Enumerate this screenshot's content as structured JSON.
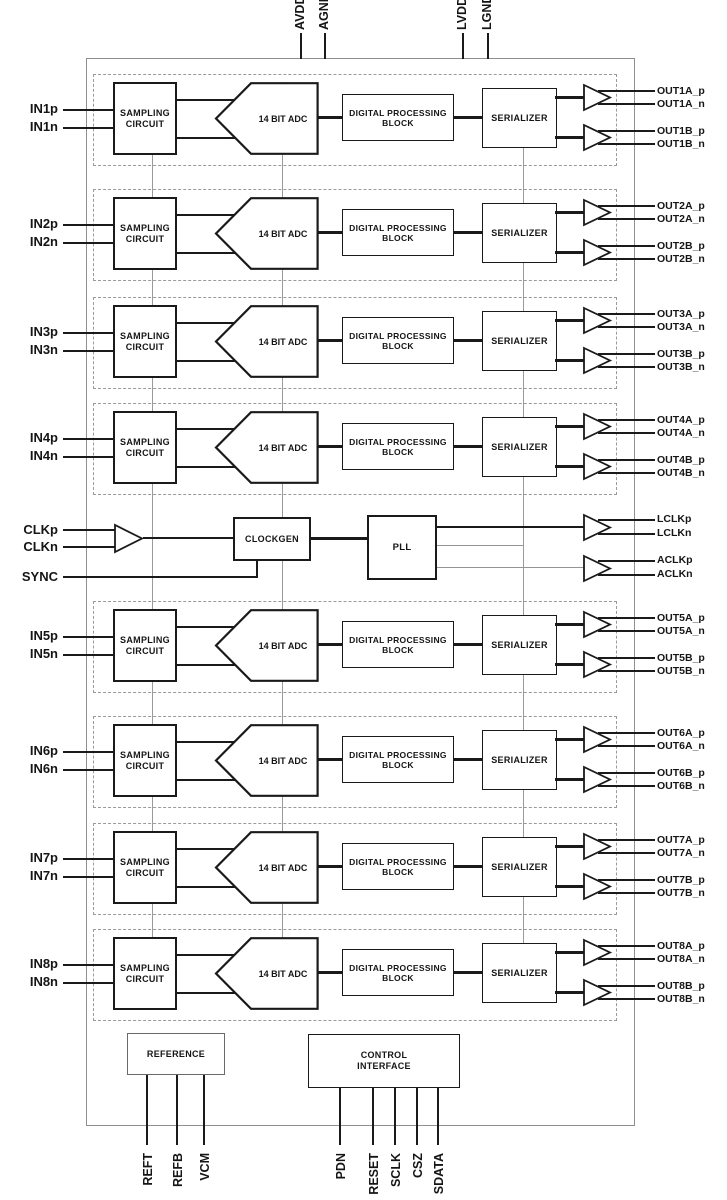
{
  "pins": {
    "top": [
      "AVDD",
      "AGND",
      "LVDD",
      "LGND"
    ],
    "bottom": [
      "REFT",
      "REFB",
      "VCM",
      "PDN",
      "RESET",
      "SCLK",
      "CSZ",
      "SDATA"
    ]
  },
  "labels": {
    "sampling1": "SAMPLING",
    "sampling2": "CIRCUIT",
    "adc": "14 BIT ADC",
    "dpb1": "DIGITAL PROCESSING",
    "dpb2": "BLOCK",
    "serializer": "SERIALIZER",
    "clockgen": "CLOCKGEN",
    "pll": "PLL",
    "reference": "REFERENCE",
    "control1": "CONTROL",
    "control2": "INTERFACE"
  },
  "clock": {
    "clkp": "CLKp",
    "clkn": "CLKn",
    "sync": "SYNC",
    "lclkp": "LCLKp",
    "lclkn": "LCLKn",
    "aclkp": "ACLKp",
    "aclkn": "ACLKn"
  },
  "channels": [
    {
      "in_p": "IN1p",
      "in_n": "IN1n",
      "out_a_p": "OUT1A_p",
      "out_a_n": "OUT1A_n",
      "out_b_p": "OUT1B_p",
      "out_b_n": "OUT1B_n"
    },
    {
      "in_p": "IN2p",
      "in_n": "IN2n",
      "out_a_p": "OUT2A_p",
      "out_a_n": "OUT2A_n",
      "out_b_p": "OUT2B_p",
      "out_b_n": "OUT2B_n"
    },
    {
      "in_p": "IN3p",
      "in_n": "IN3n",
      "out_a_p": "OUT3A_p",
      "out_a_n": "OUT3A_n",
      "out_b_p": "OUT3B_p",
      "out_b_n": "OUT3B_n"
    },
    {
      "in_p": "IN4p",
      "in_n": "IN4n",
      "out_a_p": "OUT4A_p",
      "out_a_n": "OUT4A_n",
      "out_b_p": "OUT4B_p",
      "out_b_n": "OUT4B_n"
    },
    {
      "in_p": "IN5p",
      "in_n": "IN5n",
      "out_a_p": "OUT5A_p",
      "out_a_n": "OUT5A_n",
      "out_b_p": "OUT5B_p",
      "out_b_n": "OUT5B_n"
    },
    {
      "in_p": "IN6p",
      "in_n": "IN6n",
      "out_a_p": "OUT6A_p",
      "out_a_n": "OUT6A_n",
      "out_b_p": "OUT6B_p",
      "out_b_n": "OUT6B_n"
    },
    {
      "in_p": "IN7p",
      "in_n": "IN7n",
      "out_a_p": "OUT7A_p",
      "out_a_n": "OUT7A_n",
      "out_b_p": "OUT7B_p",
      "out_b_n": "OUT7B_n"
    },
    {
      "in_p": "IN8p",
      "in_n": "IN8n",
      "out_a_p": "OUT8A_p",
      "out_a_n": "OUT8A_n",
      "out_b_p": "OUT8B_p",
      "out_b_n": "OUT8B_n"
    }
  ],
  "colors": {
    "wire": "#1a1a1a",
    "thin_line": "#949494",
    "dashed": "#9a9a9a",
    "background": "#ffffff"
  }
}
